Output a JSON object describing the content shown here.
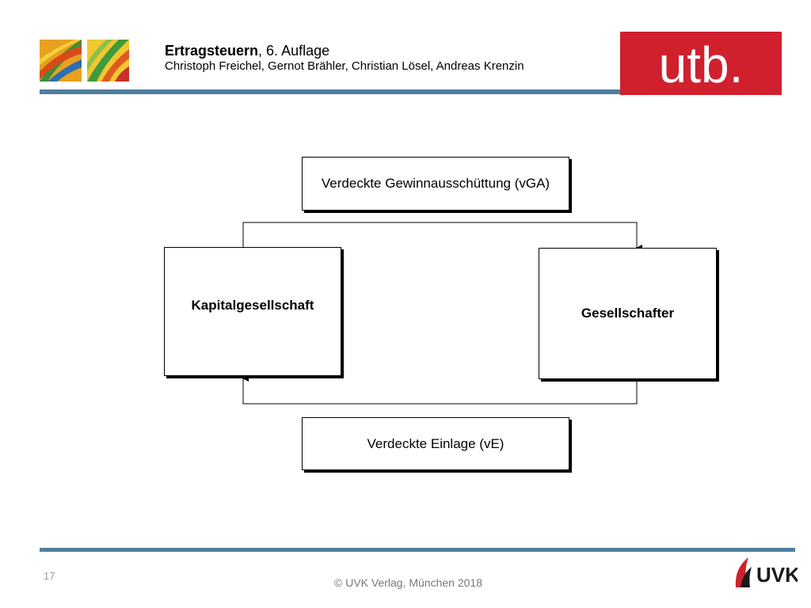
{
  "header": {
    "title_bold": "Ertragsteuern",
    "title_rest": ", 6. Auflage",
    "authors": "Christoph Freichel, Gernot Brähler, Christian Lösel, Andreas Krenzin",
    "logo_text": "utb.",
    "logo_color": "#d0202e",
    "rule_color": "#4f7f9c"
  },
  "diagram": {
    "top_label": "Verdeckte Gewinnausschüttung (vGA)",
    "left_entity": "Kapitalgesellschaft",
    "right_entity": "Gesellschafter",
    "bottom_label": "Verdeckte Einlage (vE)"
  },
  "footer": {
    "page_number": "17",
    "copyright": "© UVK Verlag, München 2018",
    "publisher_logo": "UVK"
  }
}
